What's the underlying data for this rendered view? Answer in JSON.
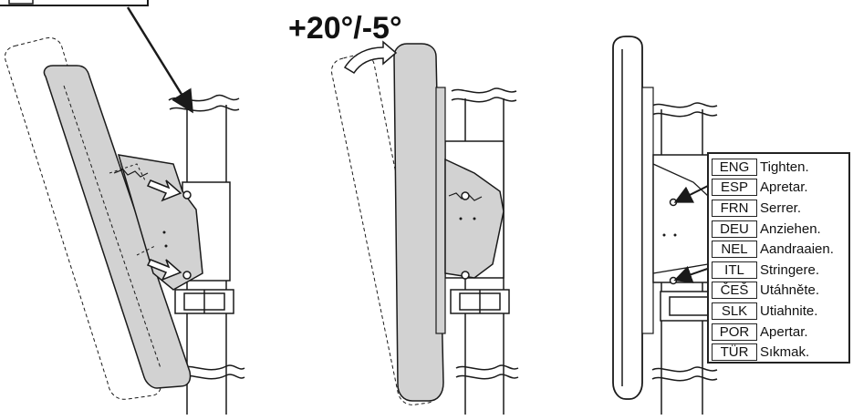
{
  "tilt_range": "+20°/-5°",
  "legend": [
    {
      "code": "ENG",
      "text": "Tighten."
    },
    {
      "code": "ESP",
      "text": "Apretar."
    },
    {
      "code": "FRN",
      "text": "Serrer."
    },
    {
      "code": "DEU",
      "text": "Anziehen."
    },
    {
      "code": "NEL",
      "text": "Aandraaien."
    },
    {
      "code": "ITL",
      "text": "Stringere."
    },
    {
      "code": "ČEŠ",
      "text": "Utáhněte."
    },
    {
      "code": "SLK",
      "text": "Utiahnite."
    },
    {
      "code": "POR",
      "text": "Apertar."
    },
    {
      "code": "TÜR",
      "text": "Sıkmak."
    }
  ],
  "colors": {
    "panel_fill": "#d2d2d2",
    "line": "#1a1a1a",
    "background": "#ffffff"
  },
  "icons": [
    "tilt-arrow-icon",
    "tighten-arrow-icon",
    "pointer-arrow-icon"
  ]
}
